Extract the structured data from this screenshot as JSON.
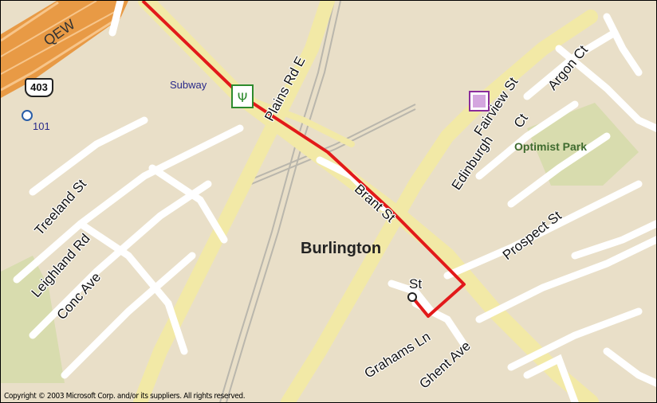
{
  "map": {
    "copyright": "Copyright © 2003 Microsoft Corp. and/or its suppliers. All rights reserved.",
    "city": "Burlington",
    "park": "Optimist Park",
    "highway_shield": "403",
    "exit_number": "101",
    "highway_name": "QEW",
    "poi_subway": "Subway",
    "streets": {
      "plains": "Plains Rd E",
      "fairview": "Fairview St",
      "argon": "Argon Ct",
      "edinburgh": "Edinburgh",
      "edinburgh_ct": "Ct",
      "brant": "Brant St",
      "prospect": "Prospect St",
      "grahams": "Grahams Ln",
      "ghent": "Ghent Ave",
      "treeland": "Treeland St",
      "leighland": "Leighland Rd",
      "conc": "Conc Ave",
      "st_marker": "St"
    },
    "colors": {
      "land": "#e9dfc8",
      "major_road": "#f2e9a6",
      "minor_road": "#ffffff",
      "highway": "#e89a45",
      "route": "#e21a1a",
      "park": "#d8dcae"
    }
  }
}
